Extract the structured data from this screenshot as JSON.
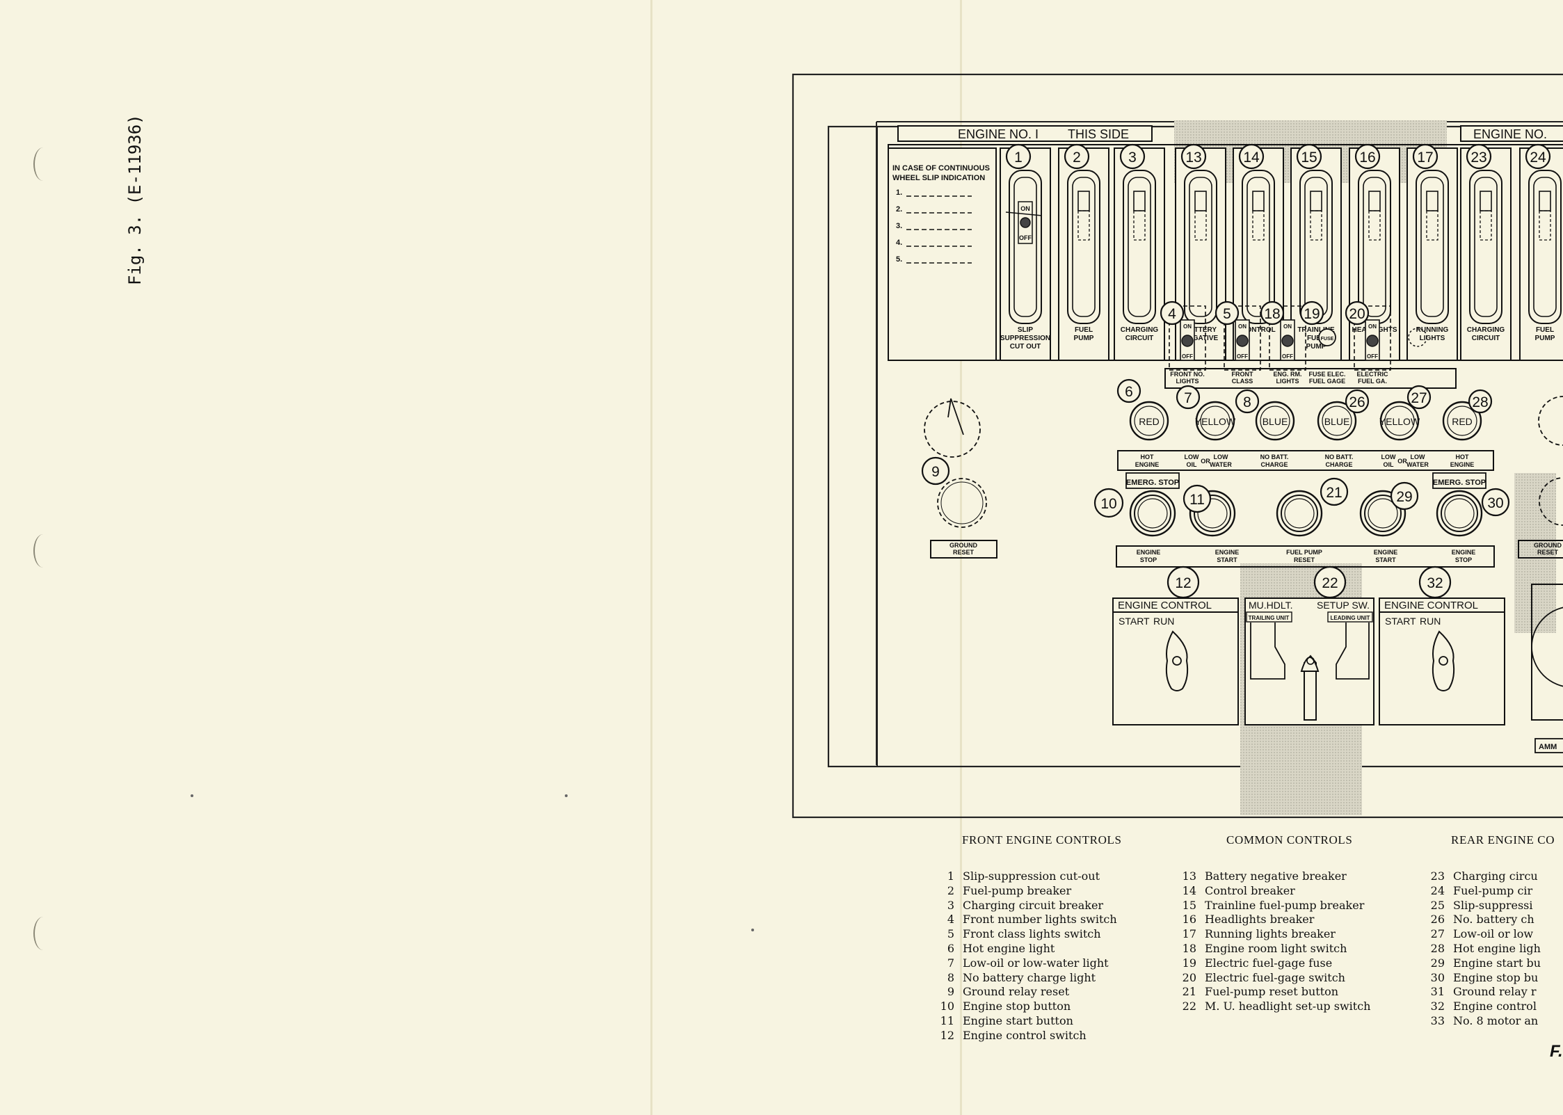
{
  "figure_label": "Fig. 3. (E-11936)",
  "figure_tag": "F.",
  "panel": {
    "header_left": "ENGINE NO. I",
    "header_mid": "THIS SIDE",
    "header_right": "ENGINE NO.",
    "slip_card": {
      "title_line1": "IN CASE OF CONTINUOUS",
      "title_line2": "WHEEL SLIP INDICATION",
      "lines": [
        "1.",
        "2.",
        "3.",
        "4.",
        "5."
      ]
    },
    "breakers": [
      {
        "id": "1",
        "label": [
          "SLIP",
          "SUPPRESSION",
          "CUT OUT"
        ],
        "toggle": true
      },
      {
        "id": "2",
        "label": [
          "FUEL",
          "PUMP"
        ]
      },
      {
        "id": "3",
        "label": [
          "CHARGING",
          "CIRCUIT"
        ]
      },
      {
        "id": "13",
        "label": [
          "BATTERY",
          "NEGATIVE"
        ]
      },
      {
        "id": "14",
        "label": [
          "CONTROL"
        ]
      },
      {
        "id": "15",
        "label": [
          "TRAINLINE",
          "FUEL",
          "PUMP"
        ]
      },
      {
        "id": "16",
        "label": [
          "HEADLIGHTS"
        ]
      },
      {
        "id": "17",
        "label": [
          "RUNNING",
          "LIGHTS"
        ]
      },
      {
        "id": "23",
        "label": [
          "CHARGING",
          "CIRCUIT"
        ]
      },
      {
        "id": "24",
        "label": [
          "FUEL",
          "PUMP"
        ]
      }
    ],
    "toggle_on": "ON",
    "toggle_off": "OFF",
    "fuse_text": "FUSE",
    "switches": [
      {
        "id": "4",
        "label": [
          "FRONT NO.",
          "LIGHTS"
        ]
      },
      {
        "id": "5",
        "label": [
          "FRONT",
          "CLASS"
        ]
      },
      {
        "id": "18",
        "label": [
          "ENG. RM.",
          "LIGHTS"
        ]
      },
      {
        "id": "19",
        "label": [
          "FUSE ELEC.",
          "FUEL GAGE"
        ]
      },
      {
        "id": "20",
        "label": [
          "ELECTRIC",
          "FUEL GA."
        ]
      }
    ],
    "lights": [
      {
        "id": "6",
        "color": "RED"
      },
      {
        "id": "7",
        "color": "YELLOW"
      },
      {
        "id": "8",
        "color": "BLUE"
      },
      {
        "id": "26",
        "color": "BLUE"
      },
      {
        "id": "27",
        "color": "YELLOW"
      },
      {
        "id": "28",
        "color": "RED"
      }
    ],
    "light_labels": [
      [
        "HOT",
        "ENGINE"
      ],
      [
        "LOW",
        "OIL",
        "OR",
        "LOW",
        "WATER"
      ],
      [
        "NO BATT.",
        "CHARGE"
      ],
      [
        "NO BATT.",
        "CHARGE"
      ],
      [
        "LOW",
        "OIL",
        "OR",
        "LOW",
        "WATER"
      ],
      [
        "HOT",
        "ENGINE"
      ]
    ],
    "buttons": [
      {
        "id": "10",
        "label": [
          "ENGINE",
          "STOP"
        ],
        "cap": "EMERG. STOP"
      },
      {
        "id": "11",
        "label": [
          "ENGINE",
          "START"
        ]
      },
      {
        "id": "21",
        "label": [
          "FUEL PUMP",
          "RESET"
        ]
      },
      {
        "id": "29",
        "label": [
          "ENGINE",
          "START"
        ]
      },
      {
        "id": "30",
        "label": [
          "ENGINE",
          "STOP"
        ],
        "cap": "EMERG. STOP"
      }
    ],
    "ground_reset_label": [
      "GROUND",
      "RESET"
    ],
    "ground_reset_id": "9",
    "engine_control_title": "ENGINE CONTROL",
    "start_label": "START",
    "run_label": "RUN",
    "ec_ids": [
      "12",
      "32"
    ],
    "mu_title_left": "MU.HDLT.",
    "mu_title_right": "SETUP SW.",
    "mu_trailing": "TRAILING UNIT",
    "mu_leading": "LEADING UNIT",
    "mu_id": "22",
    "amm_label": "AMM"
  },
  "legend": {
    "front": {
      "heading": "FRONT ENGINE CONTROLS",
      "items": [
        {
          "n": "1",
          "t": "Slip-suppression cut-out"
        },
        {
          "n": "2",
          "t": "Fuel-pump breaker"
        },
        {
          "n": "3",
          "t": "Charging circuit breaker"
        },
        {
          "n": "4",
          "t": "Front number lights switch"
        },
        {
          "n": "5",
          "t": "Front class lights switch"
        },
        {
          "n": "6",
          "t": "Hot engine light"
        },
        {
          "n": "7",
          "t": "Low-oil or low-water light"
        },
        {
          "n": "8",
          "t": "No battery charge light"
        },
        {
          "n": "9",
          "t": "Ground relay reset"
        },
        {
          "n": "10",
          "t": "Engine stop button"
        },
        {
          "n": "11",
          "t": "Engine start button"
        },
        {
          "n": "12",
          "t": "Engine control switch"
        }
      ]
    },
    "common": {
      "heading": "COMMON CONTROLS",
      "items": [
        {
          "n": "13",
          "t": "Battery negative breaker"
        },
        {
          "n": "14",
          "t": "Control breaker"
        },
        {
          "n": "15",
          "t": "Trainline fuel-pump breaker"
        },
        {
          "n": "16",
          "t": "Headlights breaker"
        },
        {
          "n": "17",
          "t": "Running lights breaker"
        },
        {
          "n": "18",
          "t": "Engine room light switch"
        },
        {
          "n": "19",
          "t": "Electric fuel-gage fuse"
        },
        {
          "n": "20",
          "t": "Electric fuel-gage switch"
        },
        {
          "n": "21",
          "t": "Fuel-pump reset button"
        },
        {
          "n": "22",
          "t": "M. U. headlight set-up switch"
        }
      ]
    },
    "rear": {
      "heading": "REAR ENGINE CO",
      "items": [
        {
          "n": "23",
          "t": "Charging circu"
        },
        {
          "n": "24",
          "t": "Fuel-pump cir"
        },
        {
          "n": "25",
          "t": "Slip-suppressi"
        },
        {
          "n": "26",
          "t": "No. battery ch"
        },
        {
          "n": "27",
          "t": "Low-oil or low"
        },
        {
          "n": "28",
          "t": "Hot engine ligh"
        },
        {
          "n": "29",
          "t": "Engine start bu"
        },
        {
          "n": "30",
          "t": "Engine stop bu"
        },
        {
          "n": "31",
          "t": "Ground relay r"
        },
        {
          "n": "32",
          "t": "Engine control"
        },
        {
          "n": "33",
          "t": "No. 8 motor an"
        }
      ]
    }
  }
}
